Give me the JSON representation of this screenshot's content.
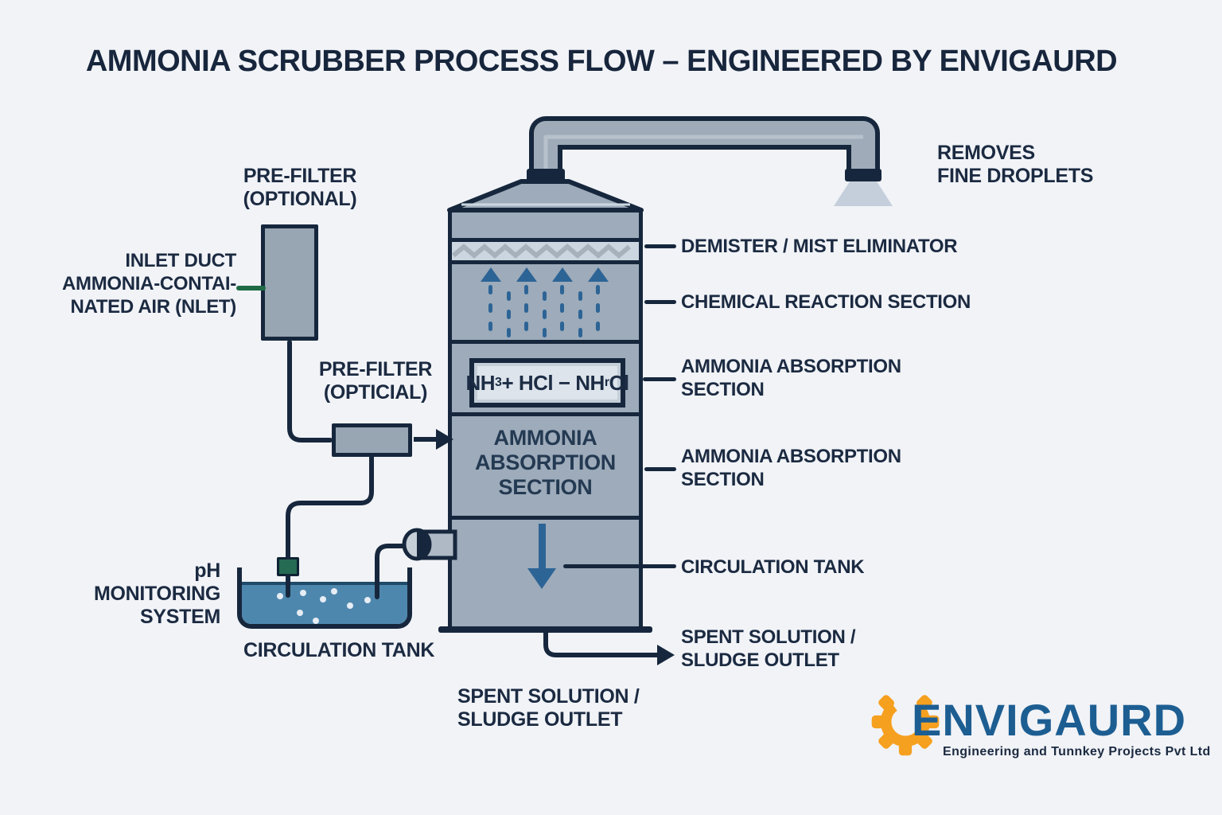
{
  "title": "AMMONIA SCRUBBER PROCESS FLOW – ENGINEERED BY ENVIGAURD",
  "colors": {
    "bg": "#f1f3f7",
    "navy": "#1b2a41",
    "line": "#16273d",
    "green": "#1e6b45",
    "colFill": "#9dabba",
    "bandLight": "#ccd6e0",
    "zigzag": "#a7b1bc",
    "blue": "#2d6496",
    "water": "#4e87ae",
    "boxFill": "#98a5b3",
    "pipeFill": "#9fabb8",
    "pipeLight": "#c6cfd8",
    "nozzle": "#c5cfdb",
    "formulaBg": "#dde4eb",
    "orange": "#f6a01f",
    "logoBlue": "#1d5e92",
    "bubble": "#e6edf4"
  },
  "left": {
    "prefilter1": [
      "PRE-FILTER",
      "(OPTIONAL)"
    ],
    "inlet": {
      "line1": "INLET DUCT",
      "line2": "AMMONIA-CONTAI-",
      "line3": "NATED AIR (NLET)"
    },
    "prefilter2": [
      "PRE-FILTER",
      "(OPTICIAL)"
    ],
    "ph": [
      "pH",
      "MONITORING",
      "SYSTEM"
    ],
    "tank_label": "CIRCULATION TANK"
  },
  "column": {
    "absorption_lines": [
      "AMMONIA",
      "ABSORPTION",
      "SECTION"
    ],
    "formula": {
      "n1": "NH",
      "s1": "3",
      "mid": "+ HCl − NH",
      "s2": "r",
      "end": "Cl"
    }
  },
  "right_labels": {
    "removes": [
      "REMOVES",
      "FINE DROPLETS"
    ],
    "demister": "DEMISTER / MIST ELIMINATOR",
    "chemical": "CHEMICAL REACTION SECTION",
    "absorption1": [
      "AMMONIA ABSORPTION",
      "SECTION"
    ],
    "absorption2": [
      "AMMONIA ABSORPTION",
      "SECTION"
    ],
    "circulation": "CIRCULATION TANK",
    "spent_right": [
      "SPENT SOLUTION /",
      "SLUDGE OUTLET"
    ]
  },
  "bottom_labels": {
    "spent_bottom": [
      "SPENT SOLUTION /",
      "SLUDGE OUTLET"
    ]
  },
  "logo": {
    "name": "ENVIGAURD",
    "tagline": "Engineering and Tunnkey Projects Pvt Ltd",
    "gear_icon": "gear-icon"
  }
}
